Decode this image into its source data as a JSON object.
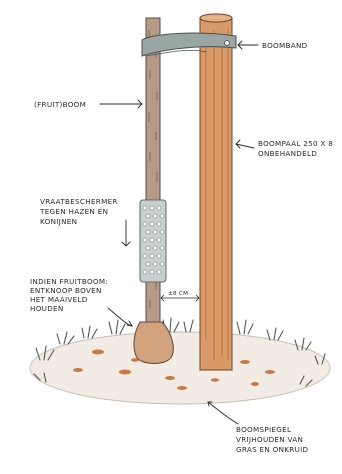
{
  "labels": {
    "boomband": "BOOMBAND",
    "fruitboom": "(FRUIT)BOOM",
    "boompaal_line1": "BOOMPAAL 250 X 8",
    "boompaal_line2": "ONBEHANDELD",
    "vraatbeschermer_line1": "VRAATBESCHERMER",
    "vraatbeschermer_line2": "TEGEN HAZEN EN",
    "vraatbeschermer_line3": "KONIJNEN",
    "ent_line1": "INDIEN FRUITBOOM:",
    "ent_line2": "ENTKNOOP BOVEN",
    "ent_line3": "HET MAAIVELD",
    "ent_line4": "HOUDEN",
    "afstand": "±8 CM",
    "spiegel_line1": "BOOMSPIEGEL",
    "spiegel_line2": "VRIJHOUDEN VAN",
    "spiegel_line3": "GRAS EN ONKRUID"
  },
  "colors": {
    "pole": "#d99a6a",
    "pole_stripe": "#b86f3e",
    "trunk": "#b79a86",
    "band": "#9aa6a4",
    "guard": "#c7cfcf",
    "ground": "#f3ece4",
    "grass": "#4f5a57",
    "spots": "#c87a48"
  }
}
